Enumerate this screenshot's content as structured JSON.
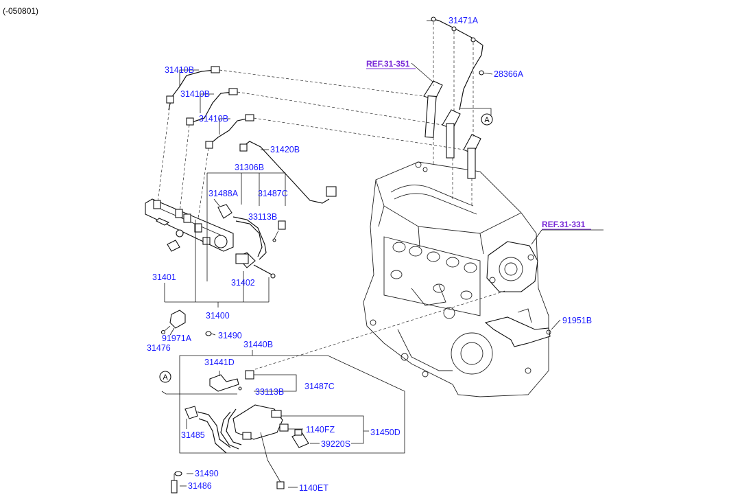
{
  "header": {
    "code": "(-050801)"
  },
  "refs": {
    "ref_351": "REF.31-351",
    "ref_331": "REF.31-331"
  },
  "markers": {
    "a": "A"
  },
  "labels": {
    "p31471A": "31471A",
    "p28366A": "28366A",
    "p31410B_1": "31410B",
    "p31410B_2": "31410B",
    "p31410B_3": "31410B",
    "p31420B": "31420B",
    "p31306B": "31306B",
    "p31488A": "31488A",
    "p31487C_top": "31487C",
    "p33113B_top": "33113B",
    "p31401": "31401",
    "p31402": "31402",
    "p31400": "31400",
    "p91971A": "91971A",
    "p31476": "31476",
    "p31490_top": "31490",
    "p31440B": "31440B",
    "p31441D": "31441D",
    "p31487C_bot": "31487C",
    "p33113B_bot": "33113B",
    "p1140FZ": "1140FZ",
    "p31450D": "31450D",
    "p39220S": "39220S",
    "p31485": "31485",
    "p31490_bot": "31490",
    "p31486": "31486",
    "p1140ET": "1140ET",
    "p91951B": "91951B"
  }
}
